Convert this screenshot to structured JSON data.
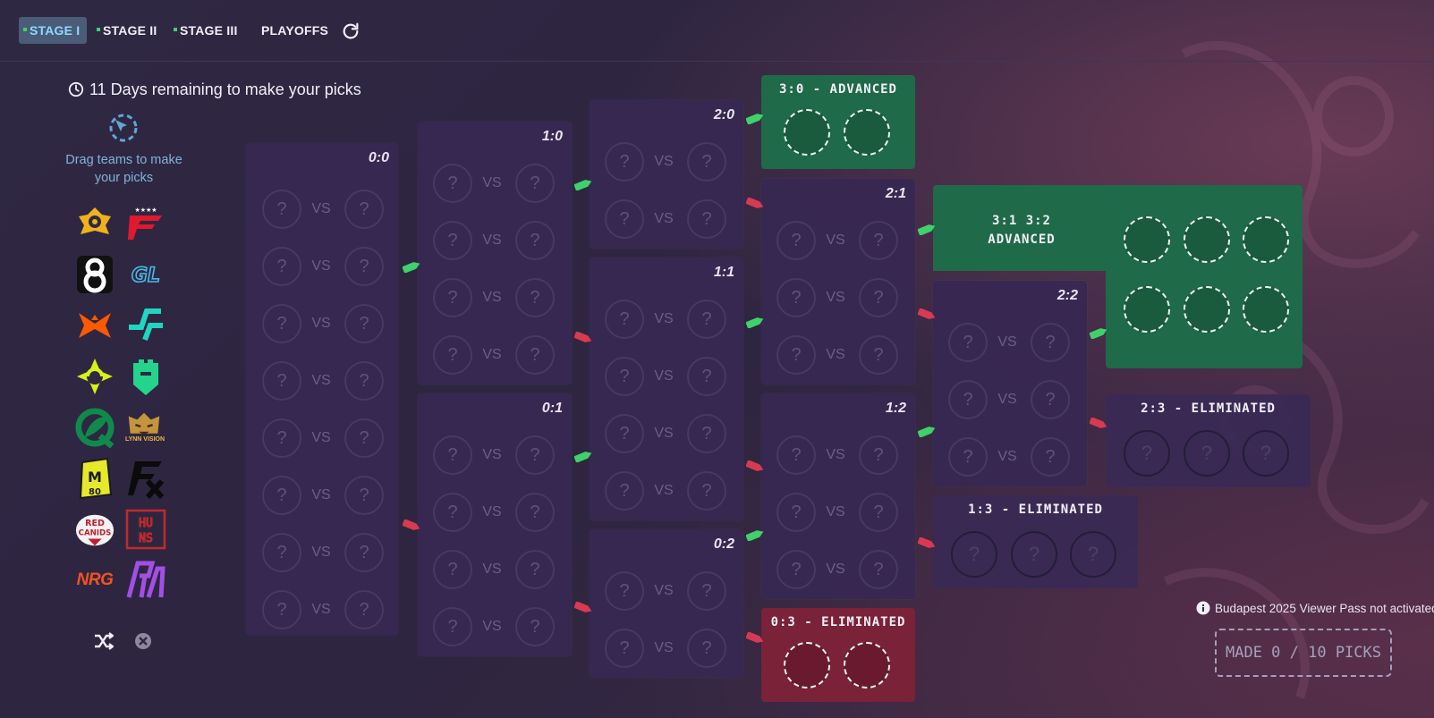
{
  "nav": {
    "tabs": [
      {
        "label": "STAGE I",
        "active": true,
        "dot": true
      },
      {
        "label": "STAGE II",
        "active": false,
        "dot": true
      },
      {
        "label": "STAGE III",
        "active": false,
        "dot": true
      },
      {
        "label": "PLAYOFFS",
        "active": false,
        "dot": false
      }
    ],
    "refresh_icon": "refresh-icon"
  },
  "sidebar": {
    "timer_text": "11 Days remaining to make your picks",
    "drag_text": "Drag teams to make your picks",
    "teams": [
      {
        "name": "The MongolZ",
        "icon": "mongolz-logo"
      },
      {
        "name": "FaZe",
        "icon": "faze-logo"
      },
      {
        "name": "B8",
        "icon": "b8-logo"
      },
      {
        "name": "GamerLegion",
        "icon": "gamerlegion-logo"
      },
      {
        "name": "Fnatic",
        "icon": "fnatic-logo"
      },
      {
        "name": "Legacy",
        "icon": "legacy-logo"
      },
      {
        "name": "Ninjas in Pyjamas",
        "icon": "nip-logo"
      },
      {
        "name": "Imperial",
        "icon": "imperial-logo"
      },
      {
        "name": "FlyQuest",
        "icon": "flyquest-logo"
      },
      {
        "name": "Lynn Vision",
        "icon": "lynn-vision-logo",
        "text": "LYNN VISION"
      },
      {
        "name": "M80",
        "icon": "m80-logo"
      },
      {
        "name": "Fluxo",
        "icon": "fluxo-logo"
      },
      {
        "name": "RED Canids",
        "icon": "red-canids-logo"
      },
      {
        "name": "HUNS",
        "icon": "huns-logo"
      },
      {
        "name": "NRG",
        "icon": "nrg-logo",
        "text": "NRG"
      },
      {
        "name": "Rare Atom",
        "icon": "rare-atom-logo"
      }
    ],
    "shuffle_icon": "shuffle-icon",
    "clear_icon": "clear-icon"
  },
  "bracket": {
    "q": "?",
    "vs": "VS",
    "records": {
      "r00": "0:0",
      "r10": "1:0",
      "r01": "0:1",
      "r20": "2:0",
      "r11": "1:1",
      "r02": "0:2",
      "r21": "2:1",
      "r12": "1:2",
      "r22": "2:2"
    },
    "results": {
      "advanced_30": "3:0 - ADVANCED",
      "advanced_3132_line1": "3:1 3:2",
      "advanced_3132_line2": "ADVANCED",
      "eliminated_23": "2:3 - ELIMINATED",
      "eliminated_13": "1:3 - ELIMINATED",
      "eliminated_03": "0:3 - ELIMINATED"
    }
  },
  "footer": {
    "viewer_pass": "Budapest 2025 Viewer Pass not activated",
    "made_picks": "MADE 0 / 10 PICKS"
  },
  "colors": {
    "background": "#2f2843",
    "box": "#37285280",
    "advanced": "#1f6a48",
    "eliminated": "#7a2238",
    "active_tab": "#4a5c78",
    "accent_green": "#3fd16a",
    "accent_red": "#d83a52"
  }
}
